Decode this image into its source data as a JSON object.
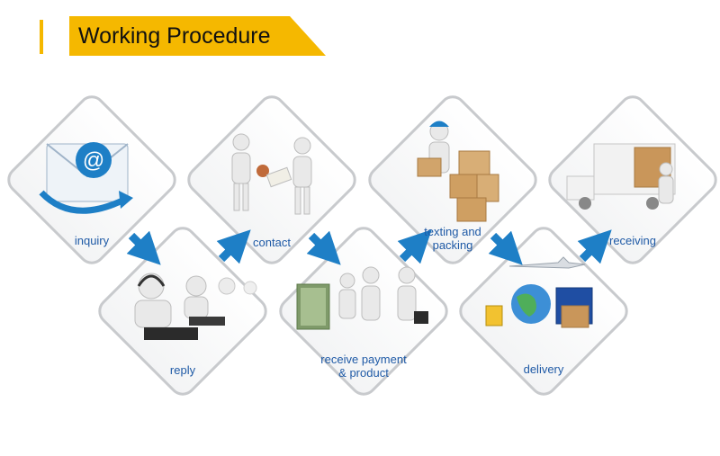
{
  "title": "Working Procedure",
  "colors": {
    "accent": "#f5b800",
    "arrow": "#1e7fc6",
    "label": "#1f5aa6",
    "frame": "#c8cacd"
  },
  "steps": [
    {
      "id": "inquiry",
      "label_lines": [
        "inquiry"
      ]
    },
    {
      "id": "reply",
      "label_lines": [
        "reply"
      ]
    },
    {
      "id": "contact",
      "label_lines": [
        "contact"
      ]
    },
    {
      "id": "receive-payment",
      "label_lines": [
        "receive payment",
        "& product"
      ]
    },
    {
      "id": "texting-packing",
      "label_lines": [
        "texting and",
        "packing"
      ]
    },
    {
      "id": "delivery",
      "label_lines": [
        "delivery"
      ]
    },
    {
      "id": "receiving",
      "label_lines": [
        "receiving"
      ]
    }
  ]
}
